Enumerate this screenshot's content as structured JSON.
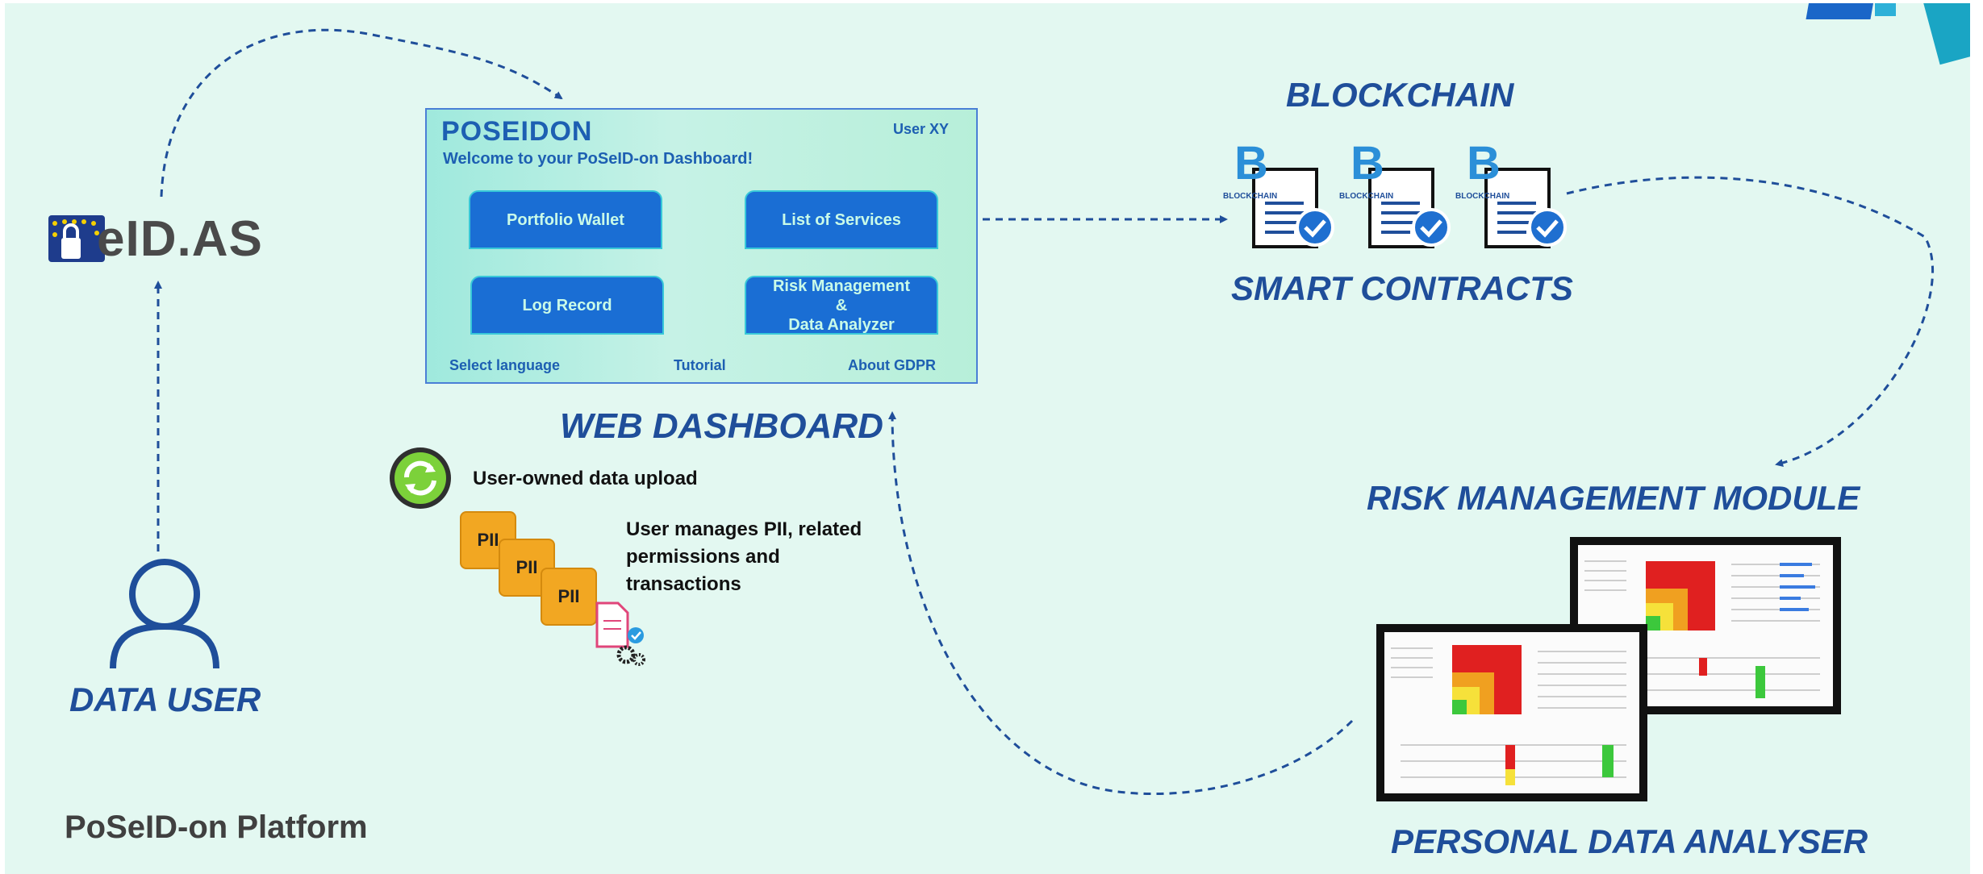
{
  "labels": {
    "blockchain": "BLOCKCHAIN",
    "smart_contracts": "SMART CONTRACTS",
    "web_dashboard": "WEB DASHBOARD",
    "risk_management_module": "RISK MANAGEMENT MODULE",
    "personal_data_analyser": "PERSONAL DATA ANALYSER",
    "data_user": "DATA USER",
    "platform": "PoSeID-on Platform",
    "eidas_logo": "eID.AS",
    "upload": "User-owned data upload",
    "manages": "User manages PII, related permissions and transactions",
    "pii": "PII",
    "blockchain_icon": "BLOCKCHAIN"
  },
  "dashboard": {
    "logo": "POSEIDON",
    "user": "User XY",
    "welcome": "Welcome to your PoSeID-on Dashboard!",
    "buttons": {
      "portfolio": "Portfolio Wallet",
      "services": "List of Services",
      "log": "Log Record",
      "risk_line1": "Risk Management",
      "risk_line2": "&",
      "risk_line3": "Data Analyzer"
    },
    "links": {
      "language": "Select language",
      "tutorial": "Tutorial",
      "gdpr": "About GDPR"
    }
  },
  "colors": {
    "background": "#e3f8f1",
    "title_blue": "#1f4e9a",
    "dashboard_button": "#1a6ed4",
    "arrow": "#1f4e9a",
    "pii_orange": "#f2a722"
  }
}
